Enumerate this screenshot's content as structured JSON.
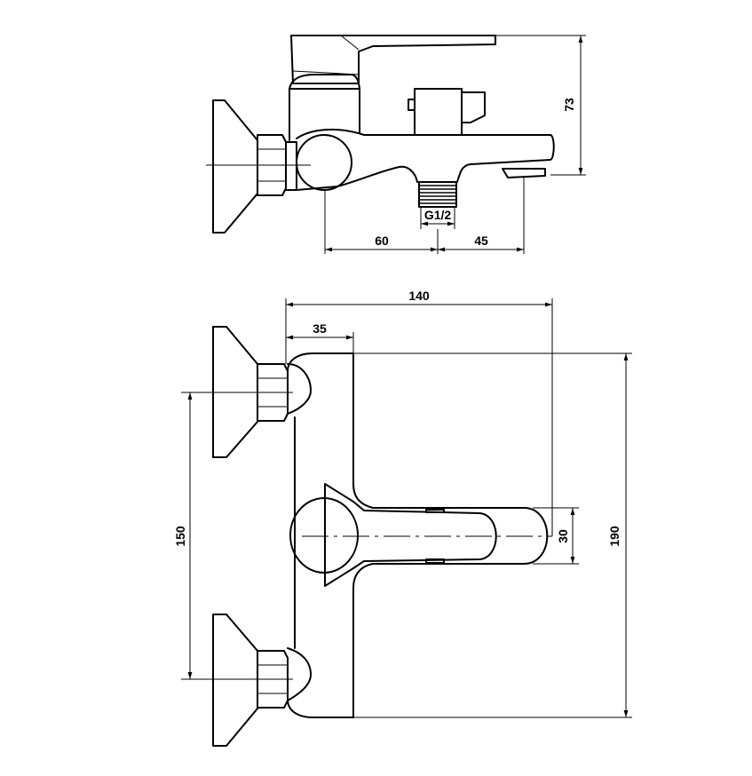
{
  "top_view": {
    "label_thread": "G1/2",
    "label_height": "73",
    "label_left": "60",
    "label_right": "45"
  },
  "front_view": {
    "label_width": "140",
    "label_offset": "35",
    "label_spacing": "150",
    "label_total_height": "190",
    "label_spout_height": "30"
  }
}
